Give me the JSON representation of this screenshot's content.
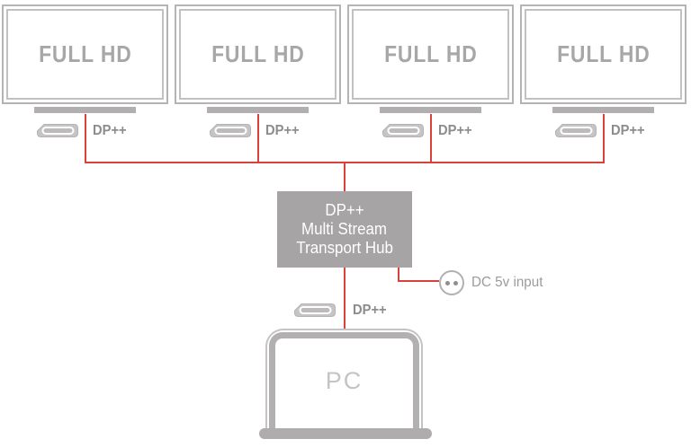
{
  "monitors": [
    {
      "label": "FULL HD",
      "port": "DP++"
    },
    {
      "label": "FULL HD",
      "port": "DP++"
    },
    {
      "label": "FULL HD",
      "port": "DP++"
    },
    {
      "label": "FULL HD",
      "port": "DP++"
    }
  ],
  "hub": {
    "lines": [
      "DP++",
      "Multi Stream",
      "Transport Hub"
    ]
  },
  "power": {
    "label": "DC 5v input"
  },
  "pc": {
    "label": "PC",
    "port": "DP++"
  },
  "colors": {
    "cable_red": "#d9423c",
    "hub_gray": "#a6a4a5",
    "device_gray": "#b2b0b1",
    "port_text_gray": "#8c8c8c",
    "screen_text_gray": "#a7a7a7"
  }
}
